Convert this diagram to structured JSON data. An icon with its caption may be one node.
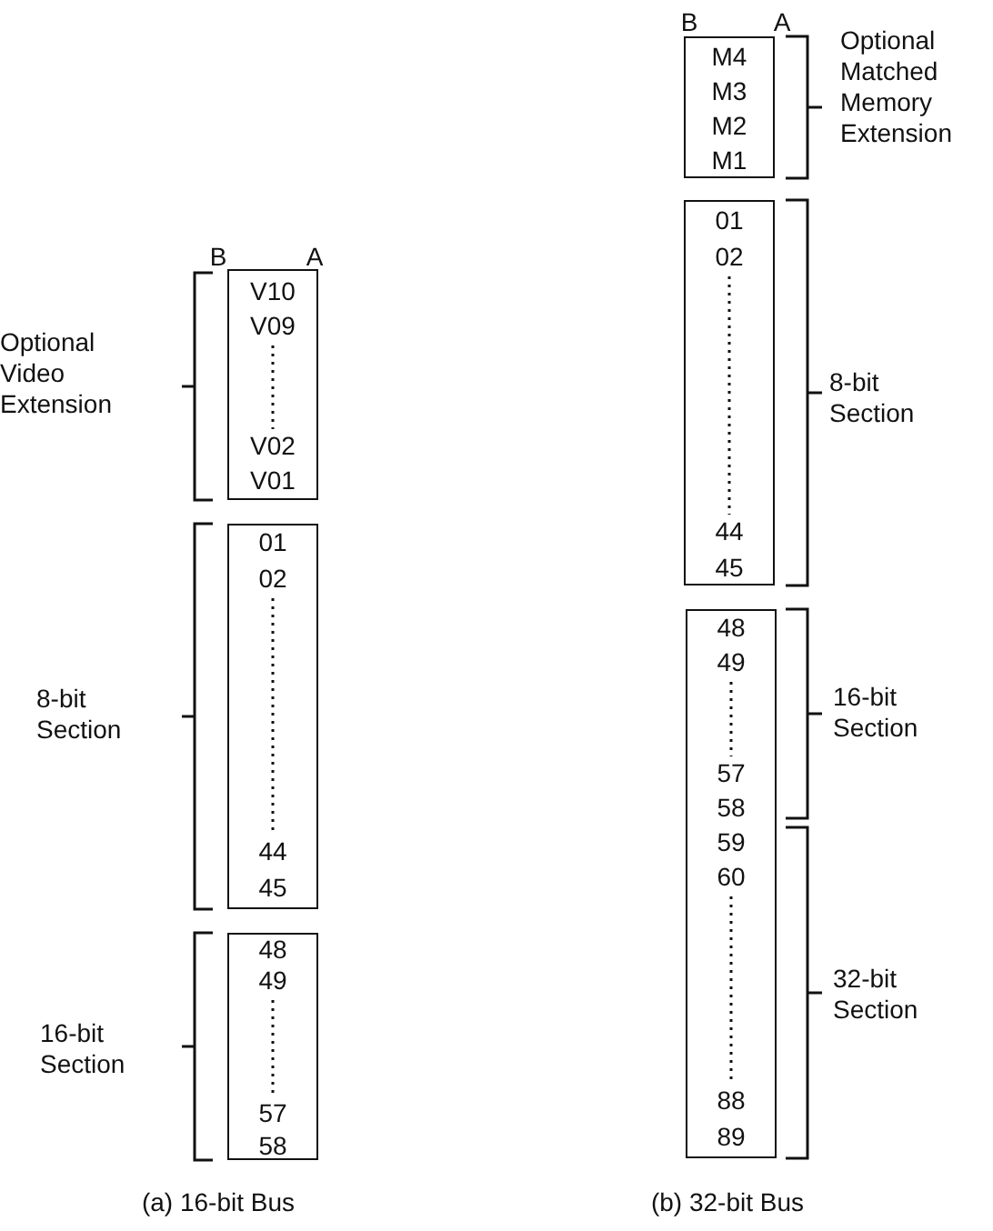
{
  "diagram": {
    "nodes": [
      {
        "text": [
          "V10",
          "V09",
          "V02",
          "V01"
        ]
      },
      {
        "text": [
          "01",
          "02",
          "44",
          "45"
        ]
      },
      {
        "text": [
          "48",
          "49",
          "57",
          "58"
        ]
      },
      {
        "text": [
          "M4",
          "M3",
          "M2",
          "M1"
        ]
      },
      {
        "text": [
          "01",
          "02",
          "44",
          "45"
        ]
      },
      {
        "text": [
          "48",
          "49",
          "57",
          "58",
          "59",
          "60",
          "88",
          "89"
        ]
      }
    ],
    "edges": [],
    "labels": [
      "B",
      "A",
      "Optional Video Extension",
      "8-bit Section",
      "16-bit Section",
      "(a) 16-bit Bus",
      "B",
      "A",
      "Optional Matched Memory Extension",
      "8-bit Section",
      "16-bit Section",
      "32-bit Section",
      "(b) 32-bit Bus"
    ]
  }
}
